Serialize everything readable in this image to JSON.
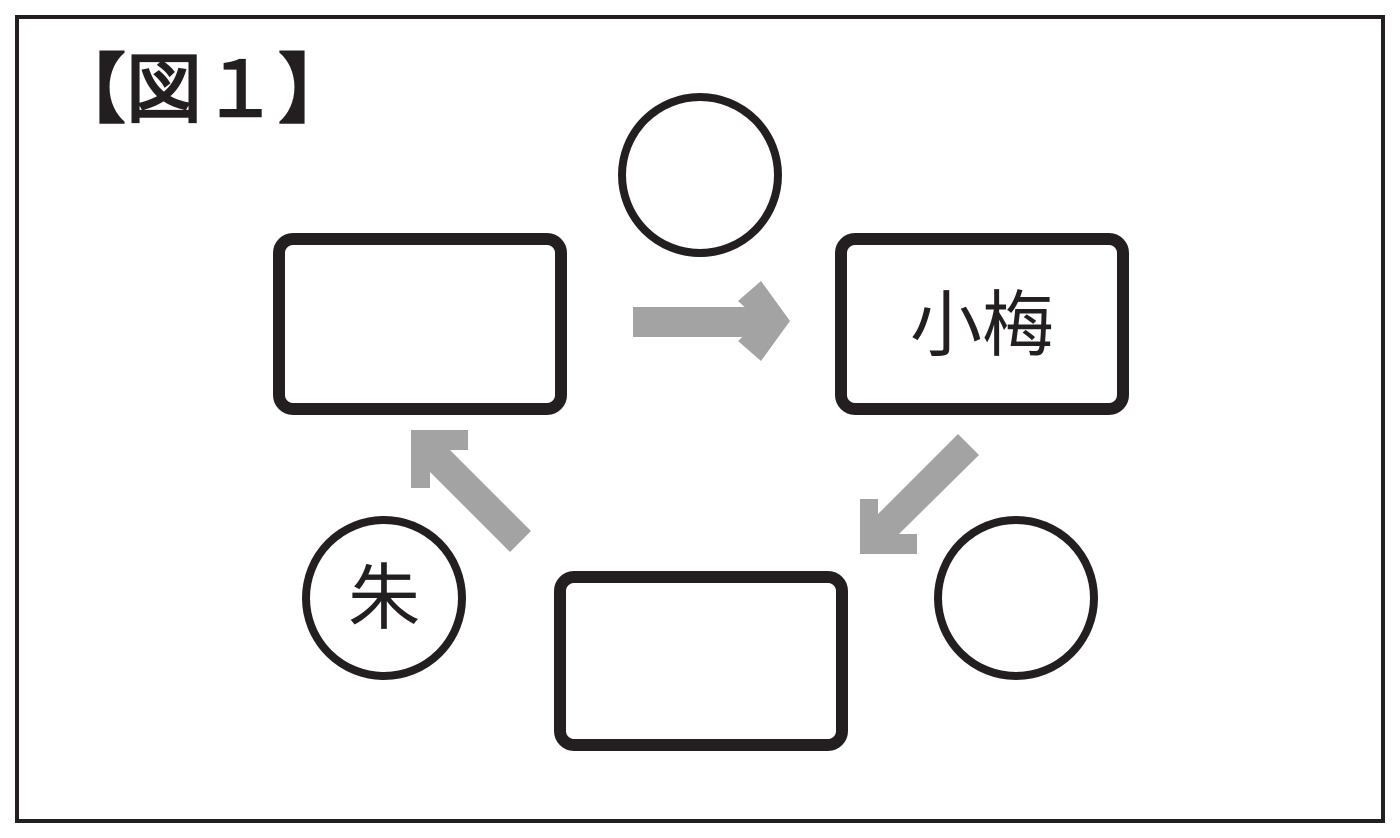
{
  "figure": {
    "title": "【図１】",
    "colors": {
      "ink": "#231f20",
      "arrow": "#a3a3a3",
      "background": "#ffffff"
    },
    "boxes": {
      "top_left": "",
      "top_right": "小梅",
      "bottom": ""
    },
    "circles": {
      "top": "",
      "bottom_left": "朱",
      "bottom_right": ""
    }
  }
}
